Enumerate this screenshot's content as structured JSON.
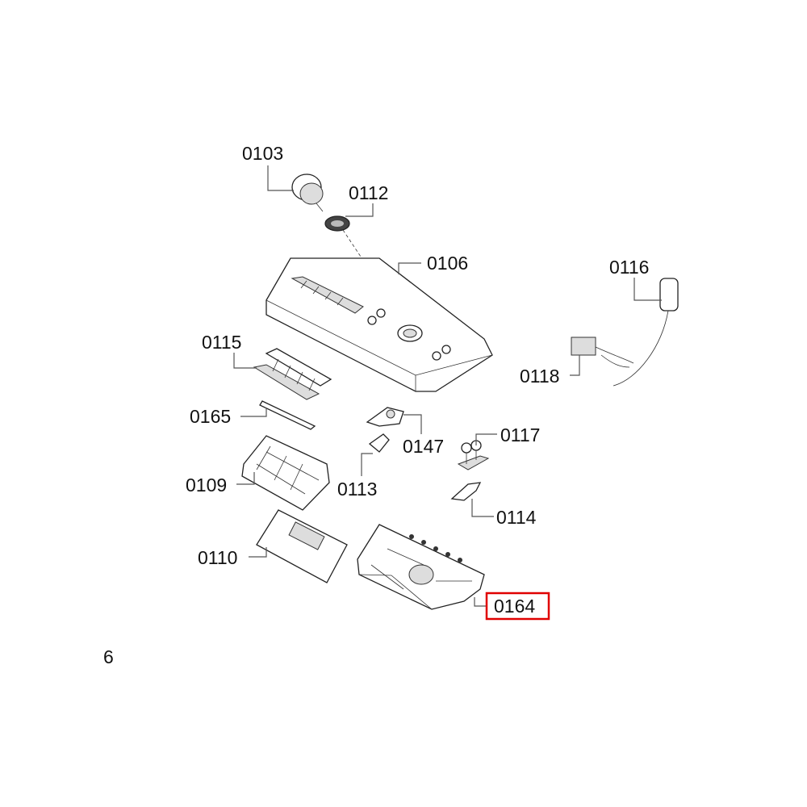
{
  "diagram": {
    "highlight_color": "#e00000",
    "highlighted_part": "0164",
    "page_marker": "6",
    "parts": {
      "p0103": "0103",
      "p0112": "0112",
      "p0106": "0106",
      "p0116": "0116",
      "p0115": "0115",
      "p0118": "0118",
      "p0165": "0165",
      "p0147": "0147",
      "p0117": "0117",
      "p0109": "0109",
      "p0113": "0113",
      "p0114": "0114",
      "p0110": "0110",
      "p0164": "0164"
    }
  }
}
